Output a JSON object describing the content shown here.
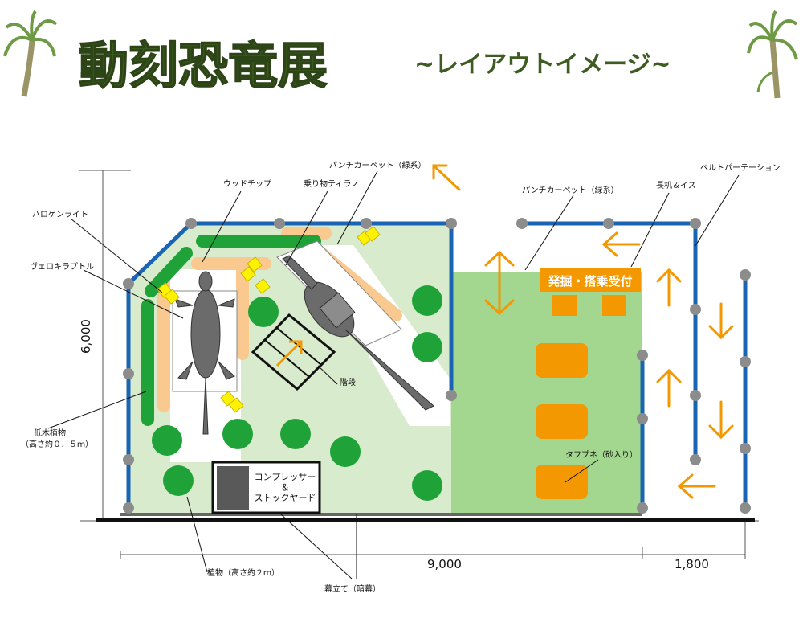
{
  "title": {
    "main": "動刻恐竜展",
    "sub": "~レイアウトイメージ~"
  },
  "labels": {
    "halogen_light": "ハロゲンライト",
    "velociraptor": "ヴェロキラプトル",
    "wood_chip": "ウッドチップ",
    "ride_tyranno": "乗り物ティラノ",
    "punch_carpet_top": "パンチカーペット（緑系）",
    "punch_carpet_right": "パンチカーペット（緑系）",
    "desk_chair": "長机＆イス",
    "belt_partition": "ベルトパーテーション",
    "stairs": "階段",
    "low_plants_line1": "低木植物",
    "low_plants_line2": "（高さ約０．５ｍ）",
    "plants_2m": "植物（高さ約２ｍ）",
    "curtain": "幕立て（暗幕）",
    "tough_bucket": "タフブネ（砂入り）",
    "compressor_line1": "コンプレッサー",
    "compressor_line2": "＆",
    "compressor_line3": "ストックヤード",
    "reception": "発掘・搭乗受付"
  },
  "dimensions": {
    "height": "6,000",
    "width_main": "9,000",
    "width_side": "1,800"
  },
  "colors": {
    "title_green": "#3e5c22",
    "light_floor": "#d8ebcc",
    "carpet_green": "#a3d68e",
    "plant_green": "#1fa339",
    "woodchip": "#f9c98f",
    "orange": "#f39800",
    "partition_blue": "#1a64b4",
    "post_gray": "#8c8c8c",
    "halogen_yellow": "#fff200"
  }
}
